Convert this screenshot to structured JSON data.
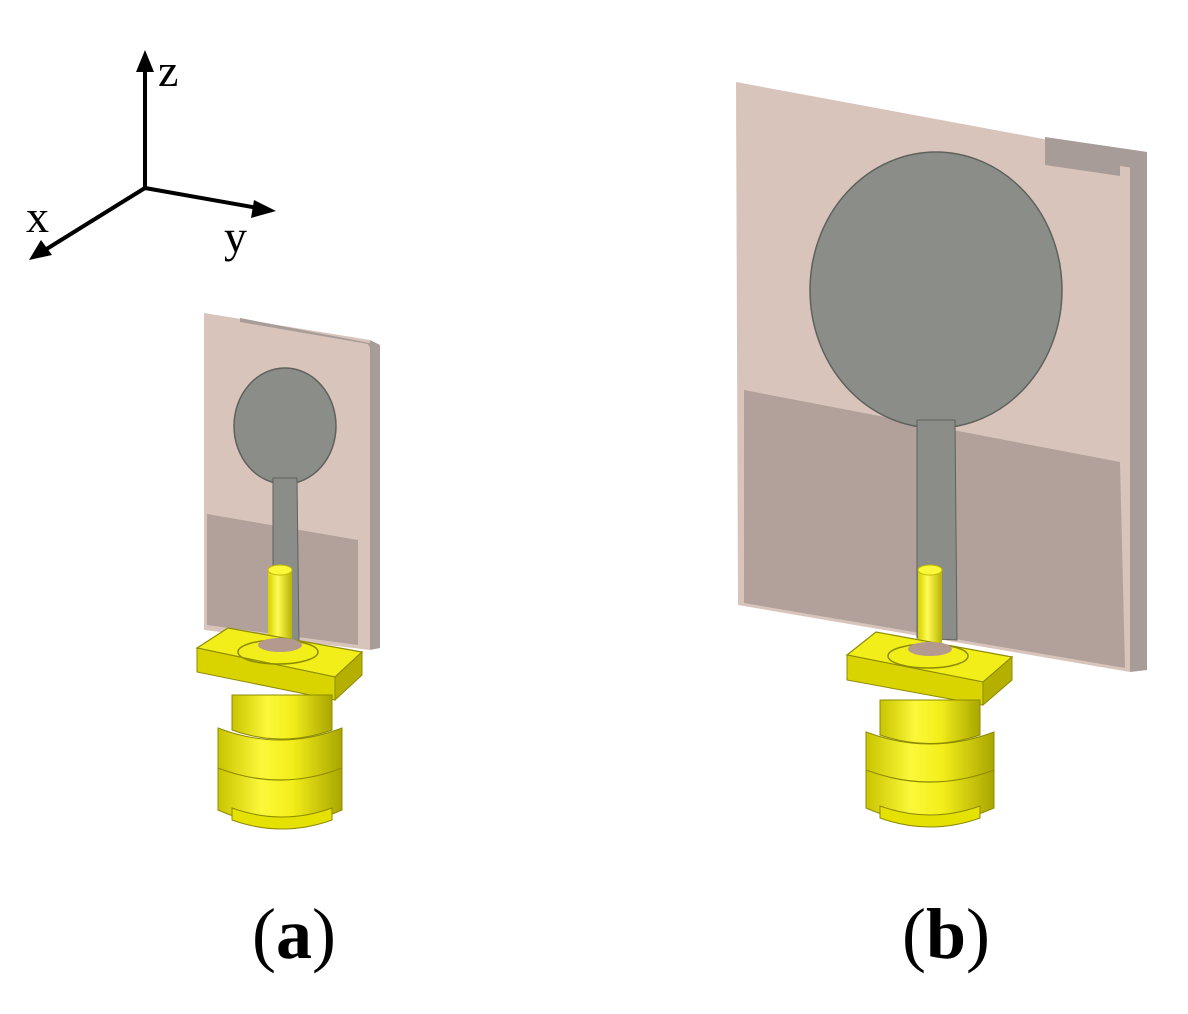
{
  "axes": {
    "z_label": "z",
    "x_label": "x",
    "y_label": "y"
  },
  "captions": {
    "a_open": "(",
    "a_letter": "a",
    "a_close": ")",
    "b_open": "(",
    "b_letter": "b",
    "b_close": ")"
  },
  "colors": {
    "substrate": "#d9c4bc",
    "substrate_edge": "#a89c98",
    "ground_plane": "#a99b94",
    "patch_metal": "#8a8d88",
    "patch_outline": "#5f615d",
    "connector_yellow": "#f2ee1a",
    "connector_shadow": "#bdb800",
    "connector_dark": "#8f8b00"
  }
}
